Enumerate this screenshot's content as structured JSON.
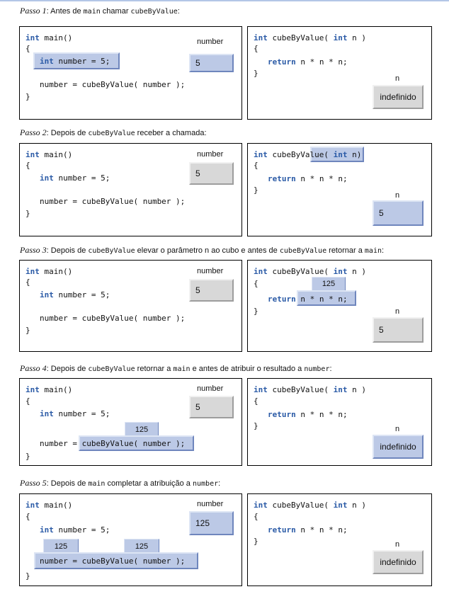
{
  "common": {
    "main_sig": "main()",
    "kw_int": "int",
    "kw_return": "return",
    "brace_open": "{",
    "brace_close": "}",
    "decl_rest": "number = 5;",
    "assign": "number = cubeByValue( number );",
    "assign_lhs": "number = ",
    "assign_rhs": "cubeByValue( number );",
    "cube_sig_a": "cubeByValue(",
    "cube_sig_b": "n )",
    "cube_sig_b2": "n",
    "cube_sig_c": ")",
    "ret_rest": "n * n * n;",
    "label_number": "number",
    "label_n": "n",
    "color_blue": "#bcc9e6",
    "color_grey": "#d8d8d8"
  },
  "steps": [
    {
      "label": "Passo 1",
      "desc_a": ": Antes de ",
      "code1": "main",
      "desc_b": " chamar ",
      "code2": "cubeByValue",
      "desc_c": ":",
      "number_value": "5",
      "n_value": "indefinido"
    },
    {
      "label": "Passo 2",
      "desc_a": ": Depois de ",
      "code1": "cubeByValue",
      "desc_b": " receber a chamada:",
      "number_value": "5",
      "n_value": "5"
    },
    {
      "label": "Passo 3",
      "desc_a": ": Depois de ",
      "code1": "cubeByValue",
      "desc_b": " elevar o parâmetro n ao cubo e antes de ",
      "code2": "cubeByValue",
      "desc_c": " retornar a ",
      "code3": "main",
      "desc_d": ":",
      "number_value": "5",
      "n_value": "5",
      "return_value": "125"
    },
    {
      "label": "Passo 4",
      "desc_a": ": Depois de ",
      "code1": "cubeByValue",
      "desc_b": " retornar a ",
      "code2": "main",
      "desc_c": " e antes de atribuir o resultado a ",
      "code3": "number",
      "desc_d": ":",
      "number_value": "5",
      "n_value": "indefinido",
      "call_value": "125"
    },
    {
      "label": "Passo 5",
      "desc_a": ": Depois de ",
      "code1": "main",
      "desc_b": " completar a atribuição a ",
      "code2": "number",
      "desc_c": ":",
      "number_value": "125",
      "n_value": "indefinido",
      "lhs_value": "125",
      "rhs_value": "125"
    }
  ]
}
